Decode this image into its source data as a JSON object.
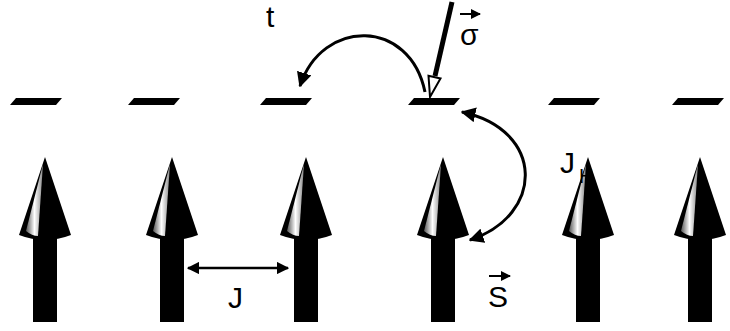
{
  "diagram": {
    "labels": [
      "t",
      "σ",
      "J",
      "H",
      "S",
      "J"
    ]
  }
}
